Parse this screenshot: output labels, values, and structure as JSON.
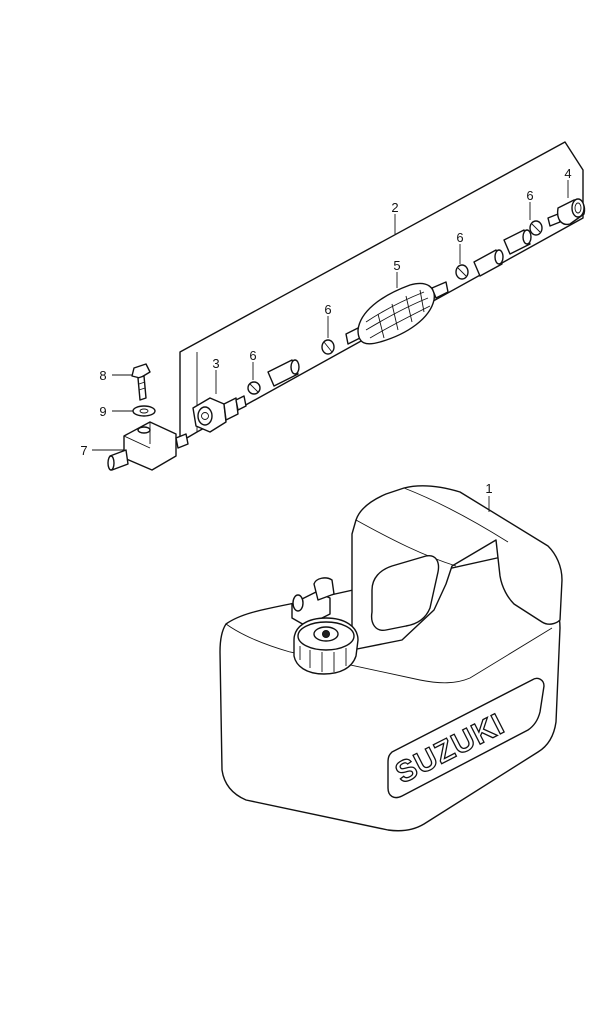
{
  "parts": [
    {
      "callout": "1",
      "component": "fuel-tank"
    },
    {
      "callout": "2",
      "component": "fuel-hose-assembly"
    },
    {
      "callout": "3",
      "component": "tank-connector"
    },
    {
      "callout": "4",
      "component": "engine-connector"
    },
    {
      "callout": "5",
      "component": "primer-bulb"
    },
    {
      "callout": "6",
      "component": "hose-clip"
    },
    {
      "callout": "7",
      "component": "fuel-connector-bracket"
    },
    {
      "callout": "8",
      "component": "bolt"
    },
    {
      "callout": "9",
      "component": "washer"
    }
  ],
  "logo_text": "SUZUKI",
  "line_color": "#111111",
  "background_color": "#ffffff"
}
